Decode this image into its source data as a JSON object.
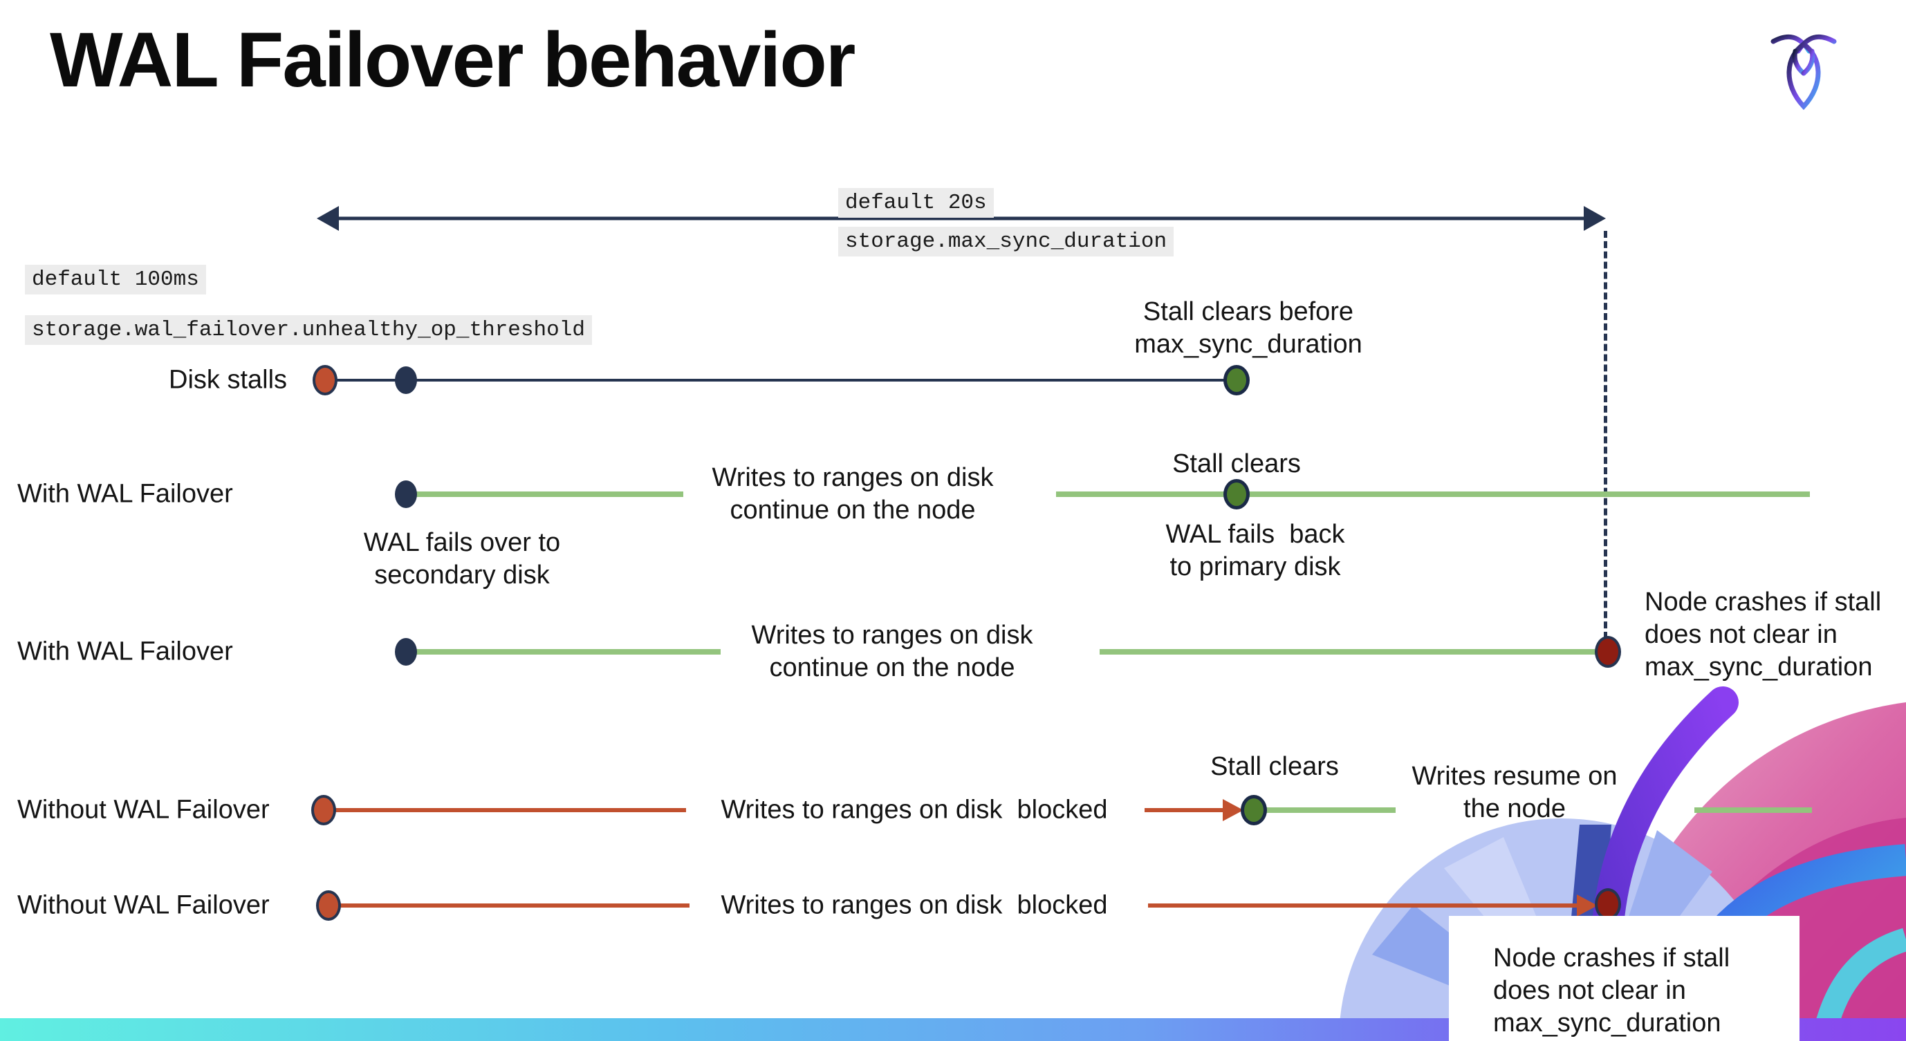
{
  "title": "WAL Failover behavior",
  "logo": "cockroachdb-logo",
  "settings": {
    "max_sync_duration": {
      "default_label": "default 20s",
      "setting_name": "storage.max_sync_duration"
    },
    "unhealthy_op_threshold": {
      "default_label": "default 100ms",
      "setting_name": "storage.wal_failover.unhealthy_op_threshold"
    }
  },
  "rows": [
    {
      "label": "Disk stalls",
      "stall_clears": "Stall clears before\nmax_sync_duration"
    },
    {
      "label": "With WAL Failover",
      "failover": "WAL fails over to\nsecondary disk",
      "writes": "Writes to ranges on disk\ncontinue on the node",
      "stall_clears": "Stall clears",
      "failback": "WAL fails  back\nto primary disk"
    },
    {
      "label": "With WAL Failover",
      "writes": "Writes to ranges on disk\ncontinue on the node",
      "crash": "Node crashes if stall\ndoes not clear in\nmax_sync_duration"
    },
    {
      "label": "Without WAL Failover",
      "writes": "Writes to ranges on disk  blocked",
      "stall_clears": "Stall clears",
      "resume": "Writes resume on\nthe node"
    },
    {
      "label": "Without WAL Failover",
      "writes": "Writes to ranges on disk  blocked",
      "crash": "Node crashes if stall\ndoes not clear in\nmax_sync_duration"
    }
  ],
  "colors": {
    "navy": "#263450",
    "green_line": "#93c47d",
    "green_dot": "#4e7e2e",
    "red": "#c1502e",
    "dark_red": "#8e1d12",
    "code_bg": "#ececec",
    "bar_gradient_left": "#60efe1",
    "bar_gradient_right": "#8a46ef"
  }
}
